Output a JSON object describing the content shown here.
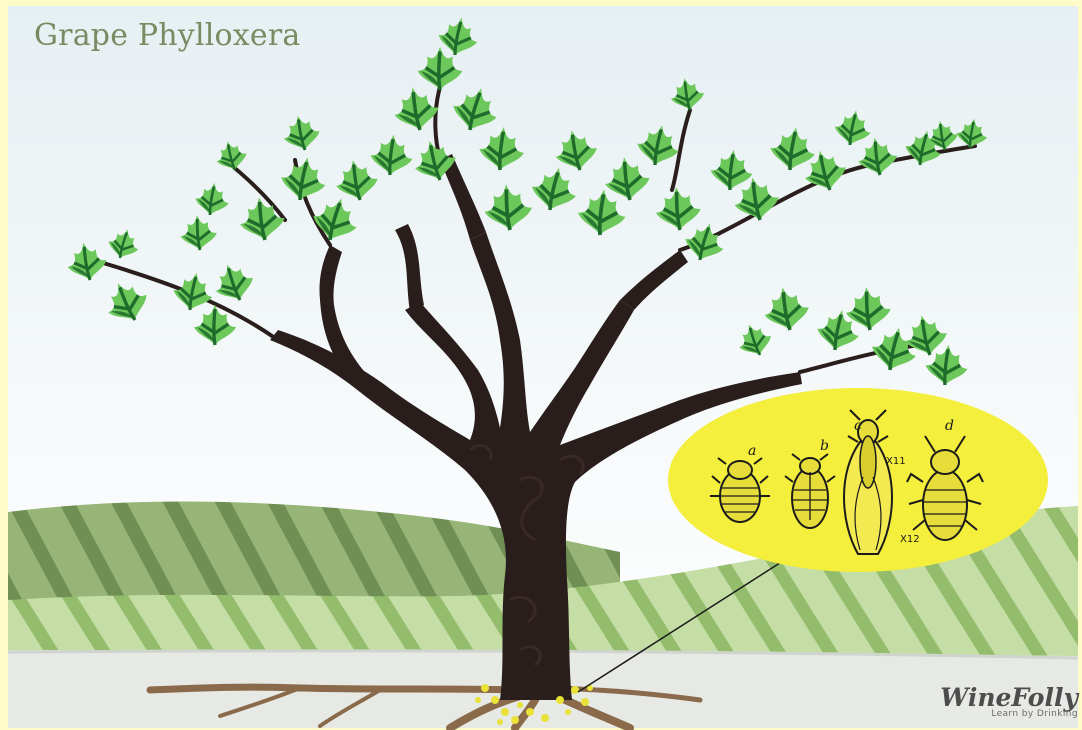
{
  "title": "Grape Phylloxera",
  "brand": {
    "name": "WineFolly",
    "tagline": "Learn by Drinking"
  },
  "insects": [
    {
      "label": "a"
    },
    {
      "label": "b"
    },
    {
      "label": "c",
      "magnification": "X11"
    },
    {
      "label": "d",
      "magnification": "X12"
    }
  ],
  "colors": {
    "background": "#fdfbc8",
    "sky": "#eef4f7",
    "hill_dark": "#8aa968",
    "hill_light": "#bcd79a",
    "leaf": "#6cc85a",
    "leaf_dark": "#1f6b2c",
    "trunk": "#2a1e1c",
    "root": "#8a6a4a",
    "callout": "#f4ee3c",
    "title": "#7a8a62"
  }
}
